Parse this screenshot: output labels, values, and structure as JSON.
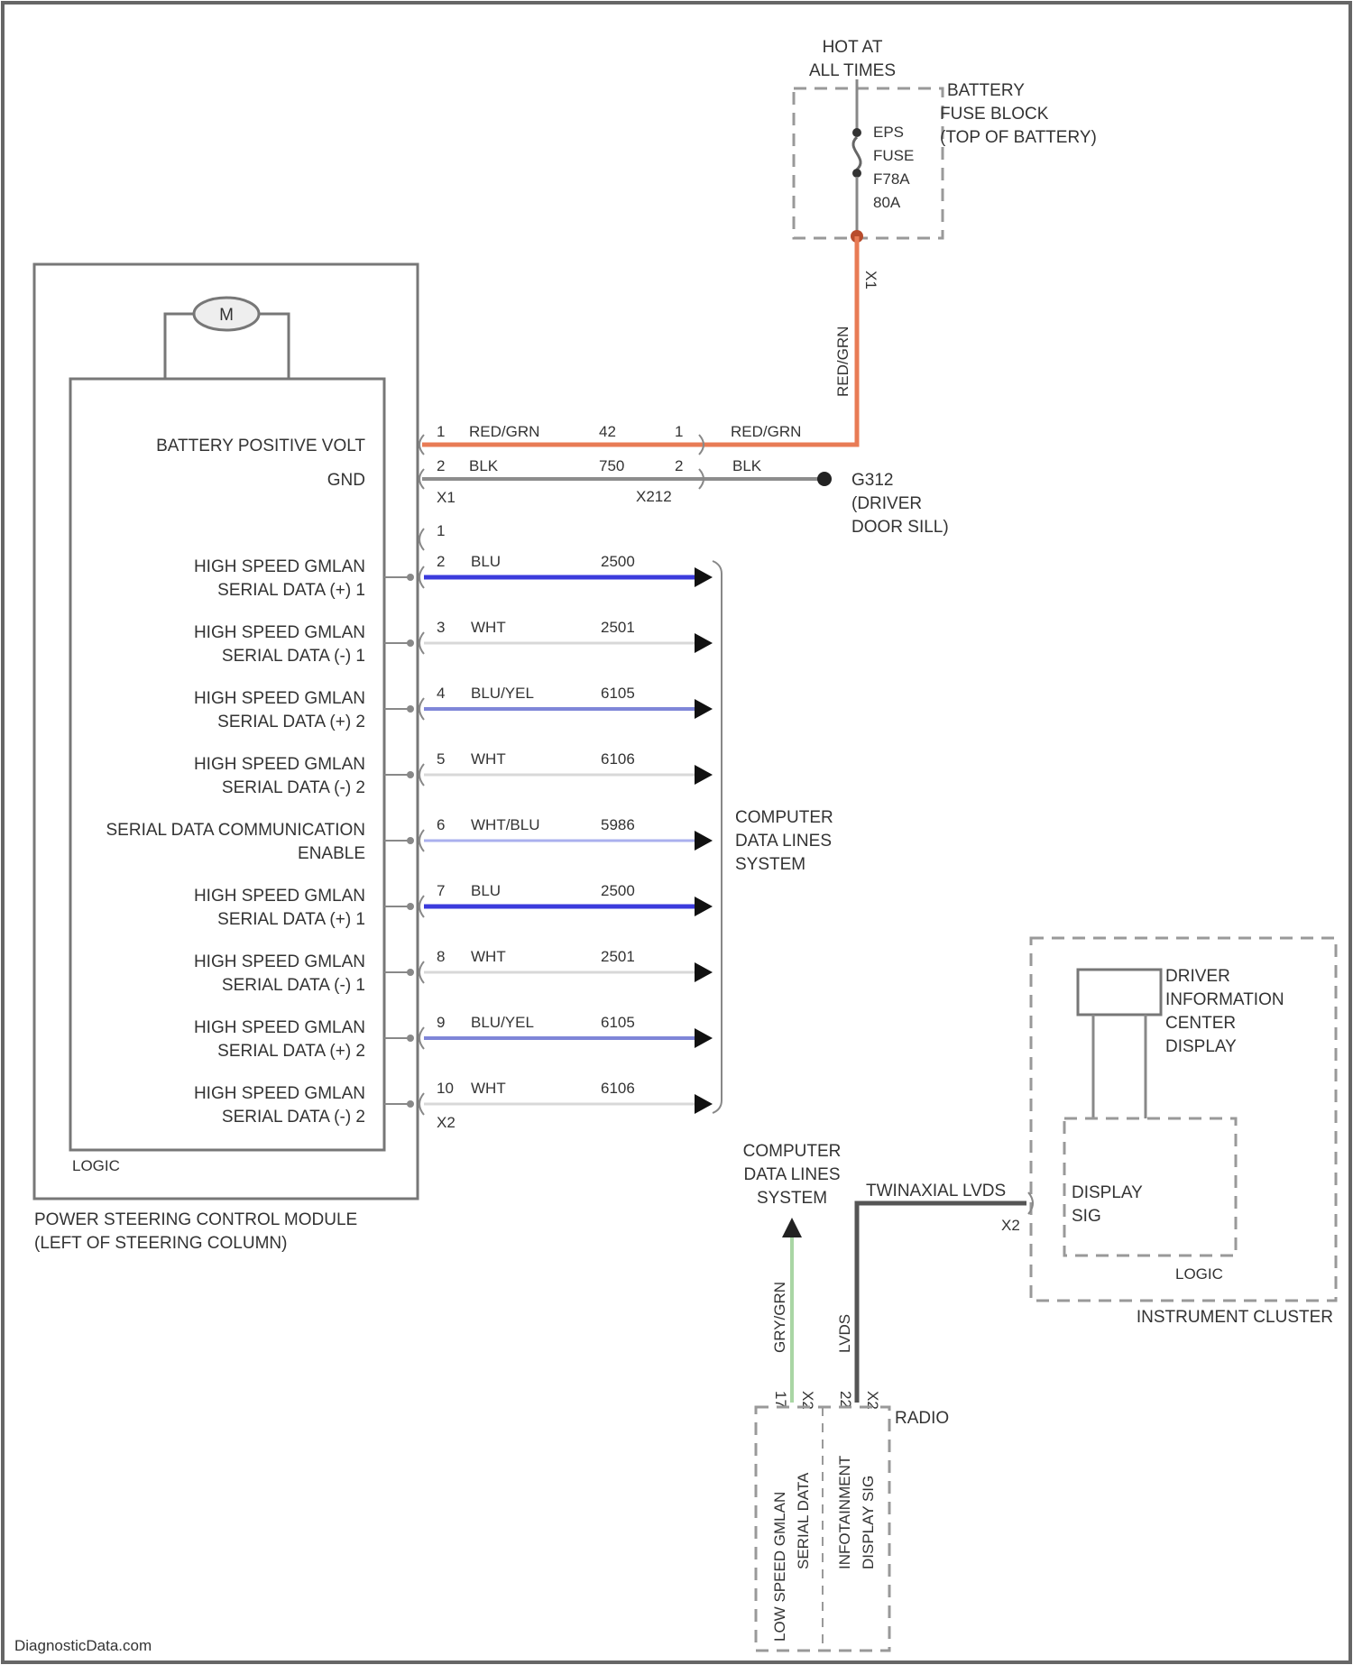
{
  "battery": {
    "hot_label_1": "HOT AT",
    "hot_label_2": "ALL TIMES",
    "block_label_1": "BATTERY",
    "block_label_2": "FUSE BLOCK",
    "block_label_3": "(TOP OF BATTERY)",
    "fuse_1": "EPS",
    "fuse_2": "FUSE",
    "fuse_3": "F78A",
    "fuse_4": "80A",
    "connector": "X1",
    "feed_wire_label": "RED/GRN"
  },
  "pscm": {
    "module_label_1": "POWER STEERING CONTROL MODULE",
    "module_label_2": "(LEFT OF STEERING COLUMN)",
    "logic_label": "LOGIC",
    "motor_label": "M",
    "connector_x1": "X1",
    "connector_x2": "X2",
    "power_pins": [
      {
        "label_1": "BATTERY POSITIVE VOLT",
        "label_2": "",
        "pin": "1",
        "color": "RED/GRN",
        "circuit": "42",
        "inline_pin": "1",
        "far_color": "RED/GRN"
      },
      {
        "label_1": "GND",
        "label_2": "",
        "pin": "2",
        "color": "BLK",
        "circuit": "750",
        "inline_pin": "2",
        "far_color": "BLK"
      }
    ],
    "inline_connector": "X212",
    "ground": {
      "id": "G312",
      "label_1": "(DRIVER",
      "label_2": "DOOR SILL)"
    },
    "empty_pin": "1",
    "data_pins": [
      {
        "label_1": "HIGH SPEED GMLAN",
        "label_2": "SERIAL DATA (+) 1",
        "pin": "2",
        "color": "BLU",
        "circuit": "2500",
        "wire": "#3b3bdc",
        "w": 5
      },
      {
        "label_1": "HIGH SPEED GMLAN",
        "label_2": "SERIAL DATA (-) 1",
        "pin": "3",
        "color": "WHT",
        "circuit": "2501",
        "wire": "#d8d8d8",
        "w": 3
      },
      {
        "label_1": "HIGH SPEED GMLAN",
        "label_2": "SERIAL DATA (+) 2",
        "pin": "4",
        "color": "BLU/YEL",
        "circuit": "6105",
        "wire": "#7f86d8",
        "w": 4
      },
      {
        "label_1": "HIGH SPEED GMLAN",
        "label_2": "SERIAL DATA (-) 2",
        "pin": "5",
        "color": "WHT",
        "circuit": "6106",
        "wire": "#d8d8d8",
        "w": 3
      },
      {
        "label_1": "SERIAL DATA COMMUNICATION",
        "label_2": "ENABLE",
        "pin": "6",
        "color": "WHT/BLU",
        "circuit": "5986",
        "wire": "#aab0ee",
        "w": 3
      },
      {
        "label_1": "HIGH SPEED GMLAN",
        "label_2": "SERIAL DATA (+) 1",
        "pin": "7",
        "color": "BLU",
        "circuit": "2500",
        "wire": "#3b3bdc",
        "w": 5
      },
      {
        "label_1": "HIGH SPEED GMLAN",
        "label_2": "SERIAL DATA (-) 1",
        "pin": "8",
        "color": "WHT",
        "circuit": "2501",
        "wire": "#d8d8d8",
        "w": 3
      },
      {
        "label_1": "HIGH SPEED GMLAN",
        "label_2": "SERIAL DATA (+) 2",
        "pin": "9",
        "color": "BLU/YEL",
        "circuit": "6105",
        "wire": "#7f86d8",
        "w": 4
      },
      {
        "label_1": "HIGH SPEED GMLAN",
        "label_2": "SERIAL DATA (-) 2",
        "pin": "10",
        "color": "WHT",
        "circuit": "6106",
        "wire": "#d8d8d8",
        "w": 3
      }
    ]
  },
  "data_lines": {
    "label_1": "COMPUTER",
    "label_2": "DATA LINES",
    "label_3": "SYSTEM"
  },
  "radio": {
    "label": "RADIO",
    "connector": "X2",
    "pin_a": "17",
    "pin_b": "22",
    "wire_a_color": "GRY/GRN",
    "wire_b_color": "LVDS",
    "func_1_line_1": "LOW SPEED GMLAN",
    "func_1_line_2": "SERIAL DATA",
    "func_2_line_1": "INFOTAINMENT",
    "func_2_line_2": "DISPLAY SIG"
  },
  "link": {
    "label": "TWINAXIAL LVDS"
  },
  "cluster": {
    "label": "INSTRUMENT CLUSTER",
    "display_1": "DRIVER",
    "display_2": "INFORMATION",
    "display_3": "CENTER",
    "display_4": "DISPLAY",
    "logic_1": "DISPLAY",
    "logic_2": "SIG",
    "logic_label": "LOGIC",
    "connector": "X2"
  },
  "watermark": "DiagnosticData.com"
}
